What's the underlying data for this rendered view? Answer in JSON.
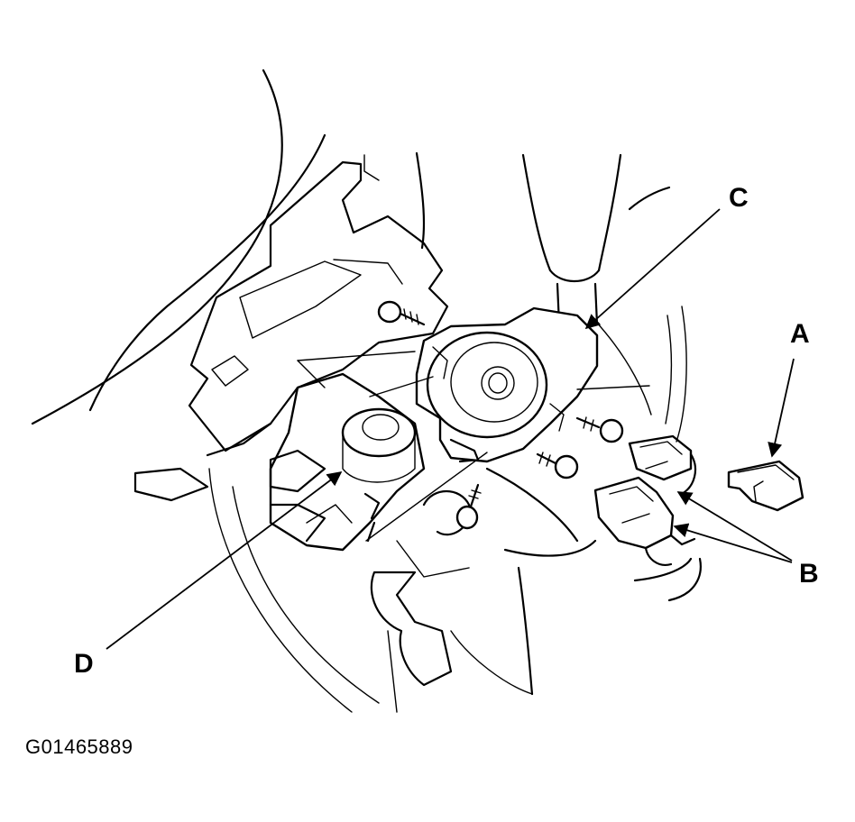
{
  "callouts": {
    "a": "A",
    "b": "B",
    "c": "C",
    "d": "D"
  },
  "figure_id": "G01465889",
  "colors": {
    "line": "#000000",
    "background": "#ffffff"
  }
}
